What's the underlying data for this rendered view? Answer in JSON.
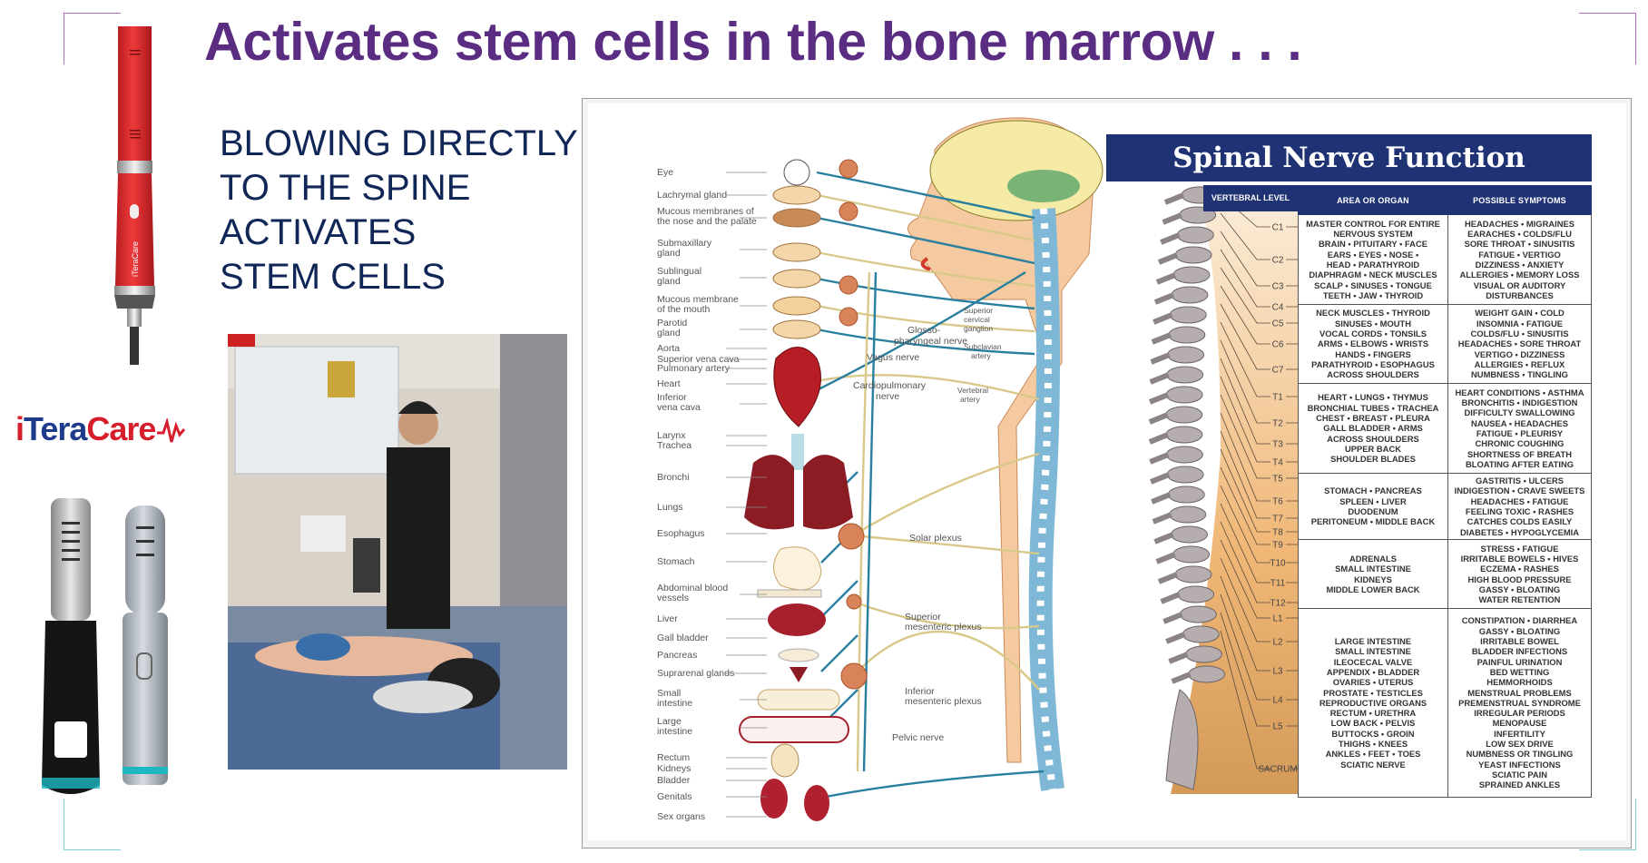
{
  "title": "Activates stem cells in the bone marrow . . .",
  "subtitle": [
    "BLOWING DIRECTLY",
    "TO THE SPINE",
    "ACTIVATES",
    "STEM CELLS"
  ],
  "logo": {
    "part1": "i",
    "part2": "Tera",
    "part3": "Care"
  },
  "device_brand": "iTeraCare",
  "colors": {
    "title": "#5a2d82",
    "subtitle": "#0f2656",
    "chart_header": "#1f3273",
    "ganglion": "#d9835a",
    "nerve_blue": "#2a7f9e",
    "nerve_yellow": "#d8c98a"
  },
  "anatomy_labels": [
    {
      "text": "Eye"
    },
    {
      "text": "Lachrymal gland"
    },
    {
      "text": "Mucous membranes of",
      "text2": "the nose and the palate"
    },
    {
      "text": "Submaxillary",
      "text2": "gland"
    },
    {
      "text": "Sublingual",
      "text2": "gland"
    },
    {
      "text": "Mucous membrane",
      "text2": "of the mouth"
    },
    {
      "text": "Parotid",
      "text2": "gland"
    },
    {
      "text": "Aorta"
    },
    {
      "text": "Superior vena cava"
    },
    {
      "text": "Pulmonary artery"
    },
    {
      "text": "Heart"
    },
    {
      "text": "Inferior",
      "text2": "vena cava"
    },
    {
      "text": "Larynx"
    },
    {
      "text": "Trachea"
    },
    {
      "text": "Bronchi"
    },
    {
      "text": "Lungs"
    },
    {
      "text": "Esophagus"
    },
    {
      "text": "Stomach"
    },
    {
      "text": "Abdominal blood",
      "text2": "vessels"
    },
    {
      "text": "Liver"
    },
    {
      "text": "Gall bladder"
    },
    {
      "text": "Pancreas"
    },
    {
      "text": "Suprarenal glands"
    },
    {
      "text": "Small",
      "text2": "intestine"
    },
    {
      "text": "Large",
      "text2": "intestine"
    },
    {
      "text": "Rectum"
    },
    {
      "text": "Kidneys"
    },
    {
      "text": "Bladder"
    },
    {
      "text": "Genitals"
    },
    {
      "text": "Sex organs"
    }
  ],
  "nerve_labels": {
    "glosso": [
      "Glosso-",
      "pharyngeal nerve"
    ],
    "vagus": "Vagus nerve",
    "cardio": [
      "Cardiopulmonary",
      "nerve"
    ],
    "sup_cervical": [
      "Superior",
      "cervical",
      "ganglion"
    ],
    "subclavian": [
      "Subclavian",
      "artery"
    ],
    "vertebral": [
      "Vertebral",
      "artery"
    ],
    "solar": "Solar plexus",
    "sup_mesenteric": [
      "Superior",
      "mesenteric plexus"
    ],
    "inf_mesenteric": [
      "Inferior",
      "mesenteric plexus"
    ],
    "pelvic": "Pelvic nerve"
  },
  "spinal_chart": {
    "title": "Spinal Nerve Function",
    "headers": [
      "VERTEBRAL LEVEL",
      "AREA OR ORGAN",
      "POSSIBLE SYMPTOMS"
    ],
    "levels": [
      "C1",
      "C2",
      "C3",
      "C4",
      "C5",
      "C6",
      "C7",
      "T1",
      "T2",
      "T3",
      "T4",
      "T5",
      "T6",
      "T7",
      "T8",
      "T9",
      "T10",
      "T11",
      "T12",
      "L1",
      "L2",
      "L3",
      "L4",
      "L5",
      "SACRUM"
    ],
    "rows": [
      {
        "area": [
          "MASTER CONTROL FOR ENTIRE",
          "NERVOUS SYSTEM",
          "BRAIN • PITUITARY • FACE",
          "EARS • EYES • NOSE •",
          "HEAD • PARATHYROID",
          "DIAPHRAGM • NECK MUSCLES",
          "SCALP • SINUSES • TONGUE",
          "TEETH • JAW • THYROID"
        ],
        "symptoms": [
          "HEADACHES • MIGRAINES",
          "EARACHES • COLDS/FLU",
          "SORE THROAT • SINUSITIS",
          "FATIGUE • VERTIGO",
          "DIZZINESS • ANXIETY",
          "ALLERGIES • MEMORY LOSS",
          "VISUAL OR AUDITORY",
          "DISTURBANCES"
        ]
      },
      {
        "area": [
          "NECK MUSCLES • THYROID",
          "SINUSES • MOUTH",
          "VOCAL CORDS • TONSILS",
          "ARMS • ELBOWS • WRISTS",
          "HANDS • FINGERS",
          "PARATHYROID • ESOPHAGUS",
          "ACROSS SHOULDERS"
        ],
        "symptoms": [
          "WEIGHT GAIN • COLD",
          "INSOMNIA • FATIGUE",
          "COLDS/FLU • SINUSITIS",
          "HEADACHES • SORE THROAT",
          "VERTIGO • DIZZINESS",
          "ALLERGIES • REFLUX",
          "NUMBNESS • TINGLING"
        ]
      },
      {
        "area": [
          "HEART • LUNGS • THYMUS",
          "BRONCHIAL TUBES • TRACHEA",
          "CHEST • BREAST • PLEURA",
          "GALL BLADDER • ARMS",
          "ACROSS SHOULDERS",
          "UPPER BACK",
          "SHOULDER BLADES"
        ],
        "symptoms": [
          "HEART CONDITIONS • ASTHMA",
          "BRONCHITIS • INDIGESTION",
          "DIFFICULTY SWALLOWING",
          "NAUSEA • HEADACHES",
          "FATIGUE • PLEURISY",
          "CHRONIC COUGHING",
          "SHORTNESS OF BREATH",
          "BLOATING AFTER EATING"
        ]
      },
      {
        "area": [
          "STOMACH • PANCREAS",
          "SPLEEN • LIVER",
          "DUODENUM",
          "PERITONEUM • MIDDLE BACK"
        ],
        "symptoms": [
          "GASTRITIS • ULCERS",
          "INDIGESTION • CRAVE SWEETS",
          "HEADACHES • FATIGUE",
          "FEELING TOXIC • RASHES",
          "CATCHES COLDS EASILY",
          "DIABETES • HYPOGLYCEMIA"
        ]
      },
      {
        "area": [
          "ADRENALS",
          "SMALL INTESTINE",
          "KIDNEYS",
          "MIDDLE LOWER BACK"
        ],
        "symptoms": [
          "STRESS • FATIGUE",
          "IRRITABLE BOWELS • HIVES",
          "ECZEMA • RASHES",
          "HIGH BLOOD PRESSURE",
          "GASSY • BLOATING",
          "WATER RETENTION"
        ]
      },
      {
        "area": [
          "LARGE INTESTINE",
          "SMALL INTESTINE",
          "ILEOCECAL VALVE",
          "APPENDIX • BLADDER",
          "OVARIES • UTERUS",
          "PROSTATE • TESTICLES",
          "REPRODUCTIVE ORGANS",
          "RECTUM • URETHRA",
          "LOW BACK • PELVIS",
          "BUTTOCKS • GROIN",
          "THIGHS • KNEES",
          "ANKLES • FEET • TOES",
          "SCIATIC NERVE"
        ],
        "symptoms": [
          "CONSTIPATION • DIARRHEA",
          "GASSY • BLOATING",
          "IRRITABLE BOWEL",
          "BLADDER INFECTIONS",
          "PAINFUL URINATION",
          "BED WETTING",
          "HEMMORHOIDS",
          "MENSTRUAL PROBLEMS",
          "PREMENSTRUAL SYNDROME",
          "IRREGULAR PERIODS",
          "MENOPAUSE",
          "INFERTILITY",
          "LOW SEX DRIVE",
          "NUMBNESS OR TINGLING",
          "YEAST INFECTIONS",
          "SCIATIC PAIN",
          "SPRAINED ANKLES"
        ]
      }
    ]
  }
}
